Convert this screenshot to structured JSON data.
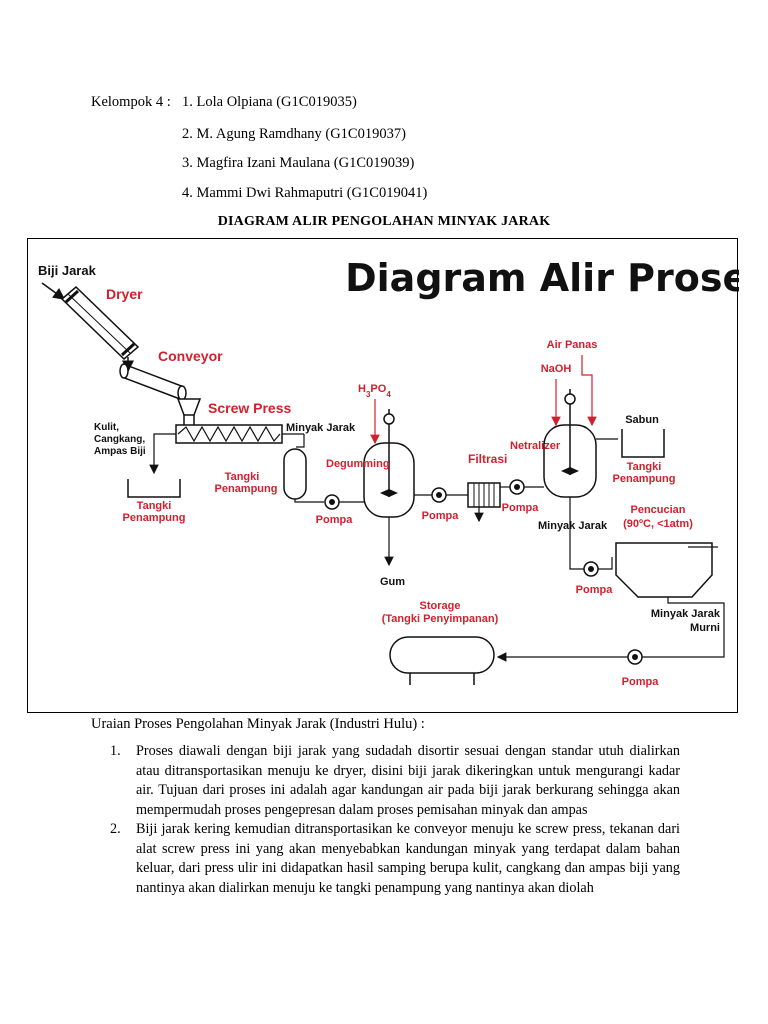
{
  "header": {
    "group_label": "Kelompok  4 :",
    "members": [
      "1. Lola  Olpiana  (G1C019035)",
      "2. M.  Agung  Ramdhany  (G1C019037)",
      "3. Magfira  Izani  Maulana  (G1C019039)",
      "4. Mammi  Dwi  Rahmaputri  (G1C019041)"
    ]
  },
  "doc_title": "DIAGRAM ALIR PENGOLAHAN MINYAK JARAK",
  "diagram": {
    "heading": "Diagram Alir Proses",
    "labels": {
      "biji_jarak": "Biji Jarak",
      "dryer": "Dryer",
      "conveyor": "Conveyor",
      "screw_press": "Screw Press",
      "minyak_jarak_1": "Minyak Jarak",
      "kulit_1": "Kulit,",
      "kulit_2": "Cangkang,",
      "kulit_3": "Ampas Biji",
      "tangki_penampung_a1": "Tangki",
      "tangki_penampung_a2": "Penampung",
      "tangki_penampung_b1": "Tangki",
      "tangki_penampung_b2": "Penampung",
      "pompa_1": "Pompa",
      "h3po4_main": "H",
      "h3po4_sub1": "3",
      "h3po4_mid": "PO",
      "h3po4_sub2": "4",
      "degumming": "Degumming",
      "gum": "Gum",
      "pompa_2": "Pompa",
      "filtrasi": "Filtrasi",
      "pompa_3": "Pompa",
      "air_panas": "Air Panas",
      "naoh": "NaOH",
      "netralizer": "Netralizer",
      "minyak_jarak_2": "Minyak Jarak",
      "sabun": "Sabun",
      "tangki_penampung_c1": "Tangki",
      "tangki_penampung_c2": "Penampung",
      "pencucian_1": "Pencucian",
      "pencucian_2": "(90ºC, <1atm)",
      "pompa_4": "Pompa",
      "minyak_jarak_murni_1": "Minyak Jarak",
      "minyak_jarak_murni_2": "Murni",
      "storage_1": "Storage",
      "storage_2": "(Tangki Penyimpanan)",
      "pompa_5": "Pompa"
    },
    "colors": {
      "red": "#d3202e",
      "black": "#111111"
    }
  },
  "uraian_title": "Uraian Proses Pengolahan Minyak  Jarak (Industri Hulu)  :",
  "steps": [
    {
      "num": "1.",
      "text": "Proses diawali  dengan biji jarak yang sudadah disortir  sesuai dengan standar utuh dialirkan atau ditransportasikan  menuju  ke dryer, disini  biji  jarak dikeringkan  untuk mengurangi kadar air. Tujuan  dari proses  ini  adalah agar kandungan  air pada biji  jarak berkurang sehingga  akan mempermudah  proses  pengepresan dalam proses  pemisahan  minyak  dan ampas"
    },
    {
      "num": "2.",
      "text": "Biji jarak kering  kemudian  ditransportasikan  ke conveyor menuju ke screw press, tekanan dari alat screw press ini yang akan menyebabkan kandungan  minyak  yang terdapat dalam bahan keluar, dari press ulir ini didapatkan hasil samping berupa kulit,  cangkang dan ampas biji  yang nantinya  akan dialirkan  menuju  ke tangki penampung yang nantinya akan diolah"
    }
  ]
}
